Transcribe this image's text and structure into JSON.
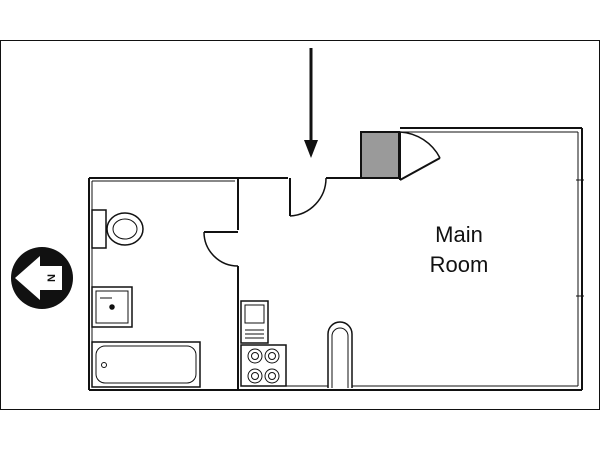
{
  "rooms": {
    "main": {
      "label_line1": "Main",
      "label_line2": "Room"
    }
  },
  "compass": {
    "letter": "N"
  },
  "colors": {
    "wall": "#111111",
    "closet_fill": "#9a9a9a",
    "background": "#ffffff"
  },
  "icons": {
    "compass": "north-compass-icon",
    "entry": "entry-arrow-icon"
  }
}
